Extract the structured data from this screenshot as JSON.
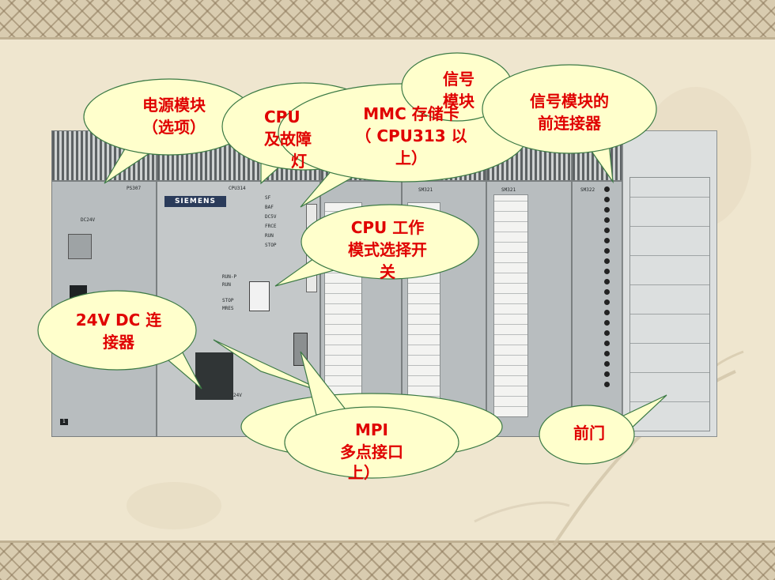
{
  "colors": {
    "bubble_fill": "#ffffcc",
    "bubble_stroke": "#3c7a45",
    "label_text": "#e00000",
    "slide_bg": "#efe6cf"
  },
  "callouts": {
    "power_module": [
      "电源模块",
      "（选项）"
    ],
    "cpu_status_leds_partial": [
      "CPU",
      "及故障",
      "灯"
    ],
    "mmc_slot": [
      "MMC 存储卡",
      "（ CPU313 以",
      "上）"
    ],
    "signal_module": [
      "信号",
      "模块"
    ],
    "front_connector": [
      "信号模块的",
      "前连接器"
    ],
    "cpu_mode_switch": [
      "CPU 工作",
      "模式选择开",
      "关"
    ],
    "dc24_connector": [
      "24V DC 连",
      "接器"
    ],
    "mpi_port": [
      "MPI",
      "多点接口"
    ],
    "hidden_behind_mpi": [
      "上）"
    ],
    "front_door": [
      "前门"
    ]
  },
  "plc_labels": {
    "brand": "SIEMENS",
    "ps_model": "PS307",
    "cpu_model": "CPU314",
    "sm1": "SM321",
    "sm2": "SM321",
    "sm3": "SM322",
    "dc24v": "DC24V",
    "led_sf": "SF",
    "led_baf": "BAF",
    "led_dc5v": "DC5V",
    "led_frce": "FRCE",
    "led_run": "RUN",
    "led_stop": "STOP",
    "mode_runp": "RUN-P",
    "mode_run": "RUN",
    "mode_stop": "STOP",
    "mode_mres": "MRES",
    "slot_number": "1",
    "terminal_24v": "24V"
  }
}
